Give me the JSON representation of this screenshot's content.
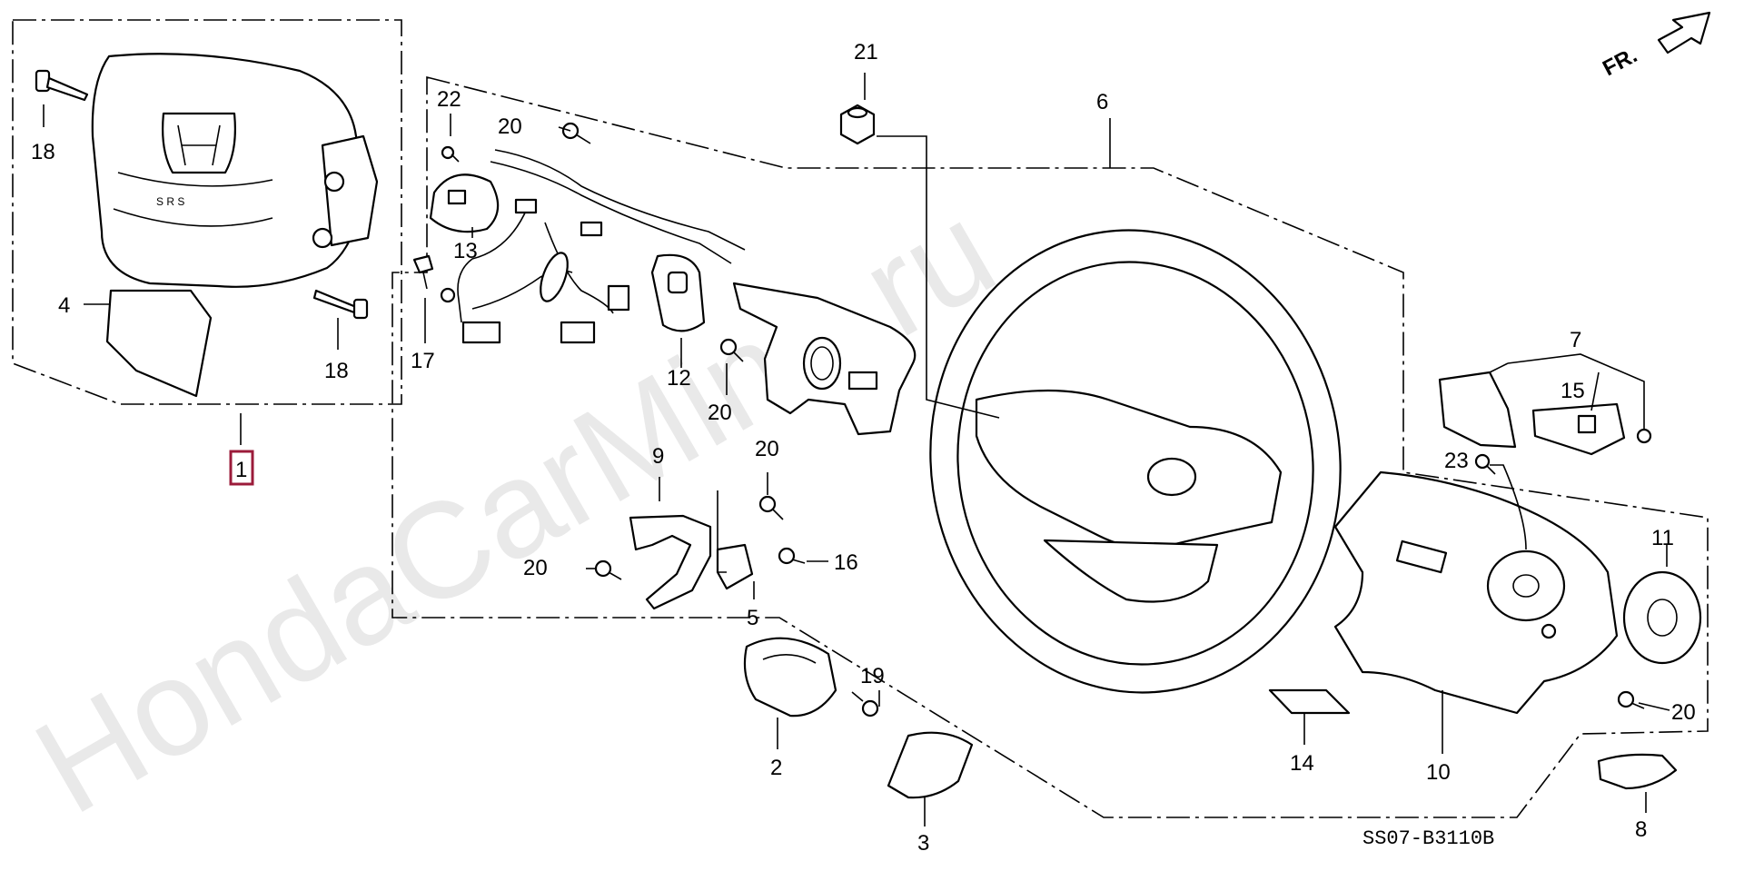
{
  "watermark": "HondaCarMine.ru",
  "orientation": {
    "label": "FR."
  },
  "diagram_code": "SS07-B3110B",
  "highlighted_part": "1",
  "callouts": [
    "1",
    "2",
    "3",
    "4",
    "5",
    "6",
    "7",
    "8",
    "9",
    "10",
    "11",
    "12",
    "13",
    "14",
    "15",
    "16",
    "17",
    "18",
    "19",
    "20",
    "21",
    "22",
    "23"
  ]
}
